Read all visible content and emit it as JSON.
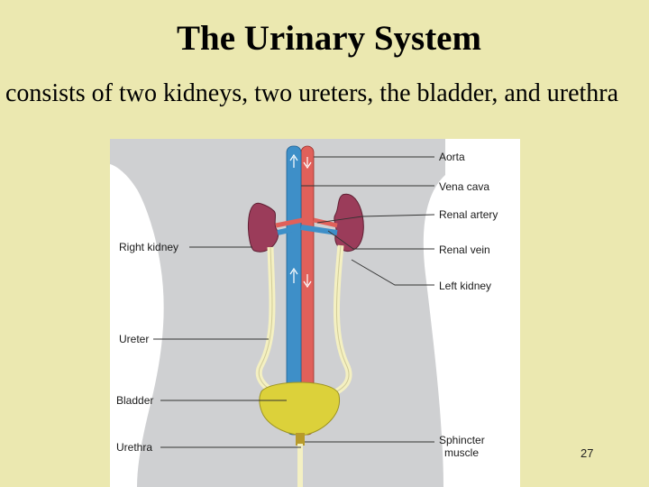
{
  "slide": {
    "title": "The Urinary System",
    "subtitle": "consists of two kidneys, two ureters, the bladder, and urethra",
    "page_number": "27"
  },
  "diagram": {
    "labels": {
      "aorta": "Aorta",
      "vena_cava": "Vena cava",
      "renal_artery": "Renal artery",
      "renal_vein": "Renal vein",
      "left_kidney": "Left kidney",
      "right_kidney": "Right kidney",
      "ureter": "Ureter",
      "bladder": "Bladder",
      "urethra": "Urethra",
      "sphincter_line1": "Sphincter",
      "sphincter_line2": "muscle"
    },
    "colors": {
      "background": "#ebe8b0",
      "figure_panel": "#ffffff",
      "body_silhouette": "#cfd0d2",
      "kidney": "#9b3c5a",
      "artery": "#e0605a",
      "vein": "#3e8fc8",
      "ureter": "#f4f0c2",
      "bladder": "#dcd13a"
    }
  }
}
